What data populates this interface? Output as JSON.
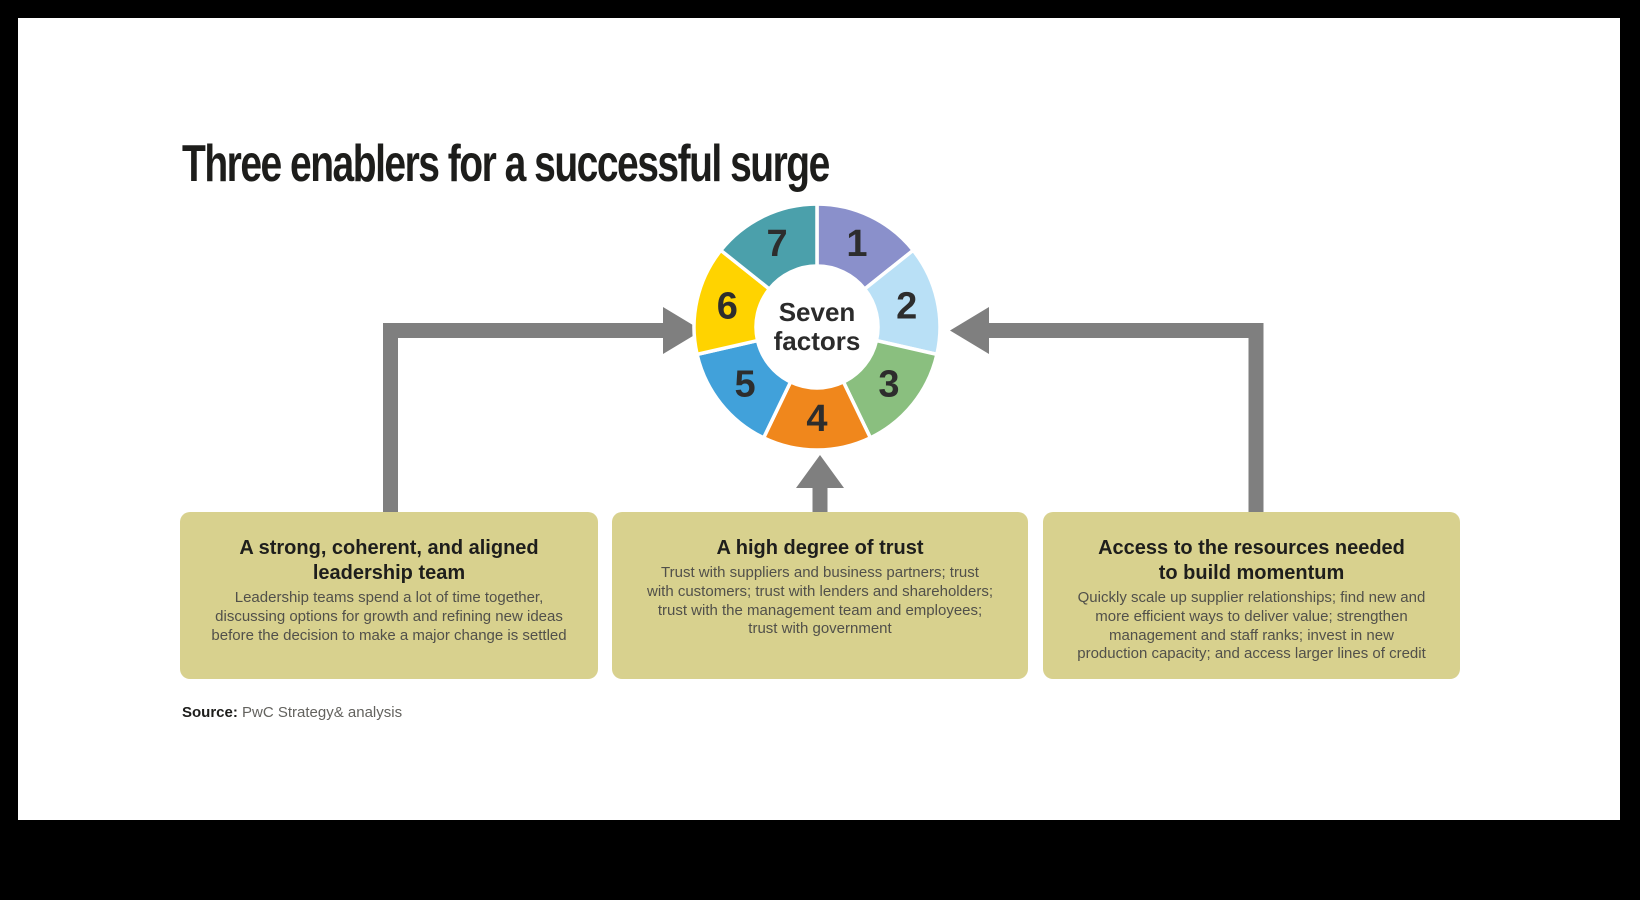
{
  "title": "Three enablers for a successful surge",
  "diagram": {
    "center_label": "Seven\nfactors",
    "segments": [
      {
        "label": "1",
        "color": "#8a90cb"
      },
      {
        "label": "2",
        "color": "#b9e0f6"
      },
      {
        "label": "3",
        "color": "#8abf7f"
      },
      {
        "label": "4",
        "color": "#f0871c"
      },
      {
        "label": "5",
        "color": "#41a1da"
      },
      {
        "label": "6",
        "color": "#ffd300"
      },
      {
        "label": "7",
        "color": "#4ba0ab"
      }
    ],
    "arrow_color": "#7f7f7f",
    "number_color": "#2d2d2d"
  },
  "boxes": [
    {
      "heading": "A strong, coherent, and aligned\nleadership team",
      "body": "Leadership teams spend a lot of time together,\ndiscussing options for growth and refining new ideas\nbefore the decision to make a major change is settled"
    },
    {
      "heading": "A high degree of trust",
      "body": "Trust with suppliers and business partners; trust\nwith customers; trust with lenders and shareholders;\ntrust with the management team and employees;\ntrust with government"
    },
    {
      "heading": "Access to the resources needed\nto build momentum",
      "body": "Quickly scale up supplier relationships; find new and\nmore efficient ways to deliver value; strengthen\nmanagement and staff ranks; invest in new\nproduction capacity; and access larger lines of credit"
    }
  ],
  "source": {
    "label": "Source:",
    "text": "PwC Strategy& analysis"
  },
  "colors": {
    "frame_bg": "#000000",
    "canvas_bg": "#ffffff",
    "box_bg": "#d8d18e",
    "title_color": "#1d1d1b"
  }
}
